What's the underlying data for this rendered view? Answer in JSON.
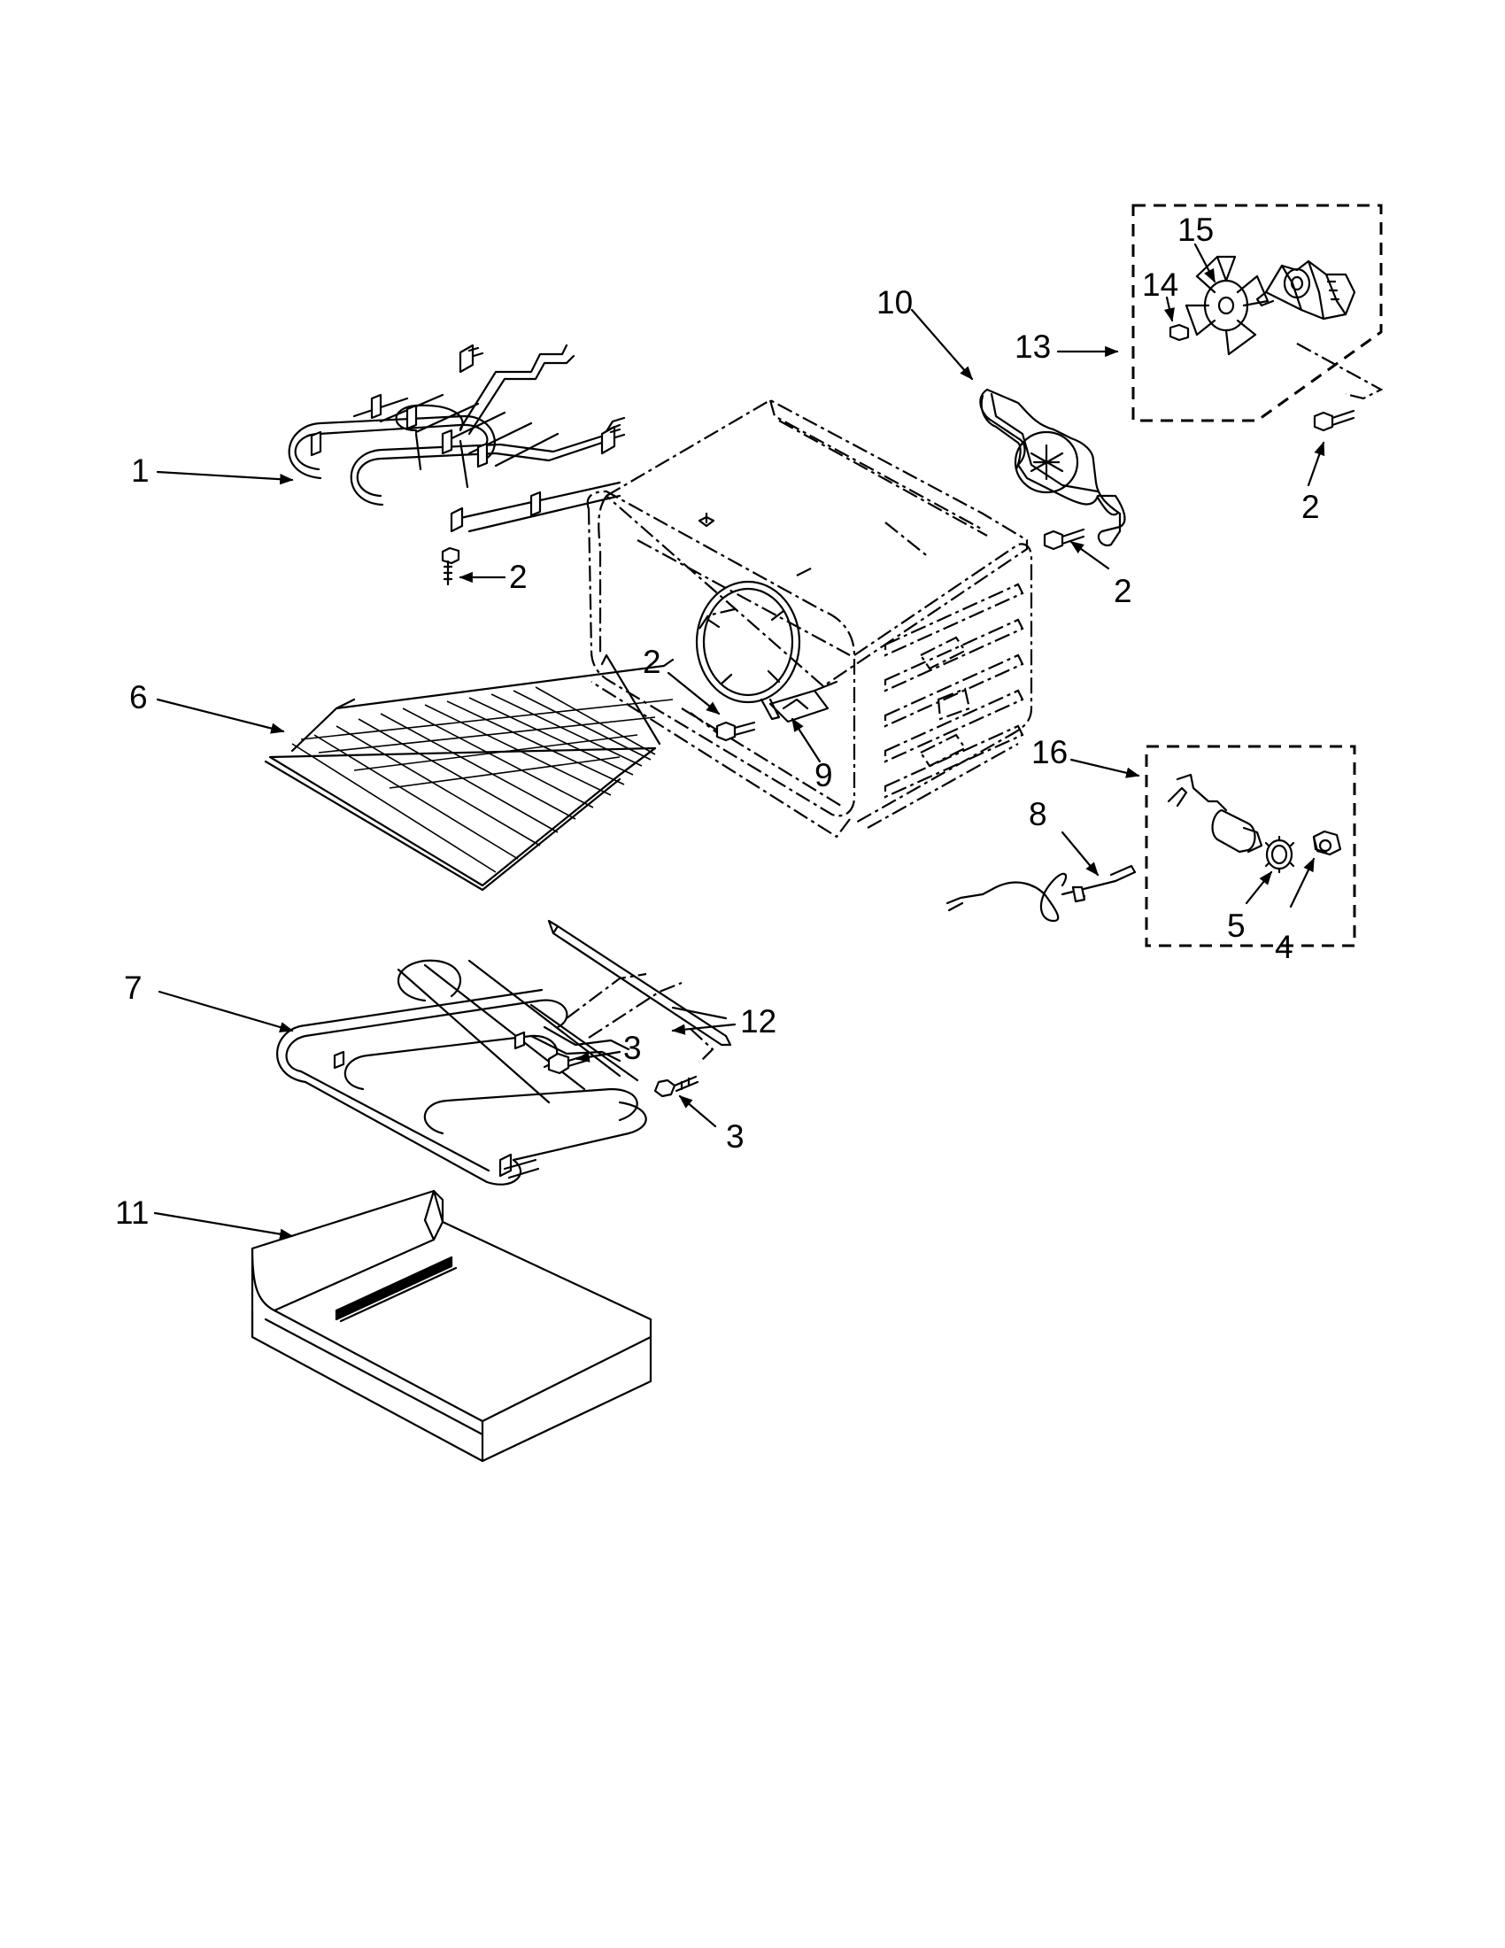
{
  "colors": {
    "background": "#ffffff",
    "ink": "#000000"
  },
  "callouts": [
    {
      "id": "c1",
      "label": "1"
    },
    {
      "id": "c2a",
      "label": "2"
    },
    {
      "id": "c6",
      "label": "6"
    },
    {
      "id": "c7",
      "label": "7"
    },
    {
      "id": "c3a",
      "label": "3"
    },
    {
      "id": "c3b",
      "label": "3"
    },
    {
      "id": "c12",
      "label": "12"
    },
    {
      "id": "c11",
      "label": "11"
    },
    {
      "id": "c2b",
      "label": "2"
    },
    {
      "id": "c9",
      "label": "9"
    },
    {
      "id": "c10",
      "label": "10"
    },
    {
      "id": "c2c",
      "label": "2"
    },
    {
      "id": "c13",
      "label": "13"
    },
    {
      "id": "c14",
      "label": "14"
    },
    {
      "id": "c15",
      "label": "15"
    },
    {
      "id": "c2d",
      "label": "2"
    },
    {
      "id": "c16",
      "label": "16"
    },
    {
      "id": "c8",
      "label": "8"
    },
    {
      "id": "c5",
      "label": "5"
    },
    {
      "id": "c4",
      "label": "4"
    }
  ]
}
